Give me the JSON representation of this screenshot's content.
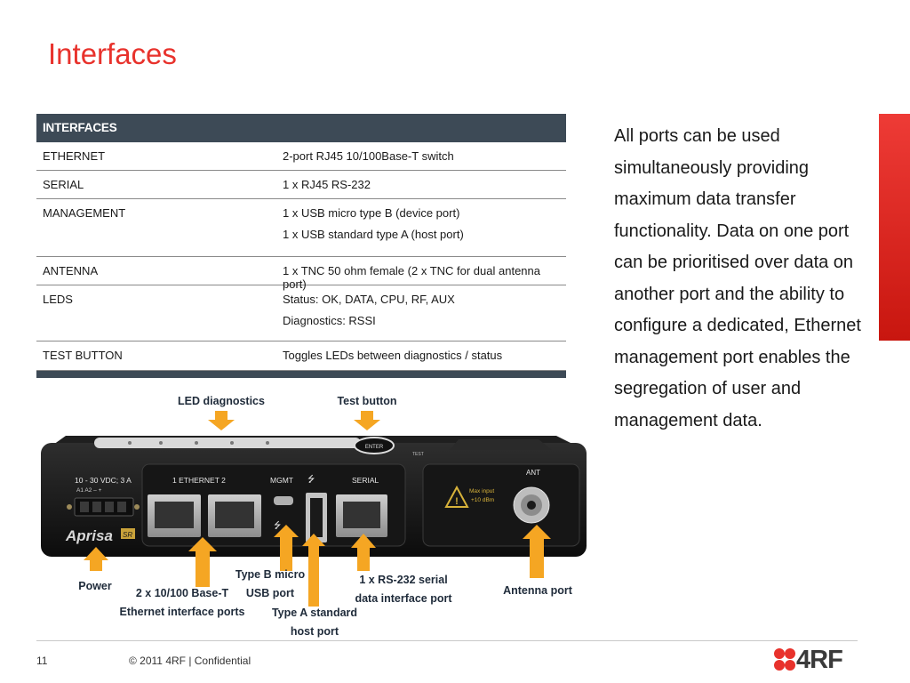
{
  "slide": {
    "title": "Interfaces",
    "page_number": "11",
    "copyright": "© 2011 4RF | Confidential",
    "logo_text": "4RF",
    "accent_color": "#e8322c"
  },
  "table": {
    "header": "INTERFACES",
    "rows": [
      {
        "key": "ETHERNET",
        "lines": [
          "2-port RJ45 10/100Base-T switch"
        ]
      },
      {
        "key": "SERIAL",
        "lines": [
          "1 x RJ45 RS-232"
        ]
      },
      {
        "key": "MANAGEMENT",
        "lines": [
          "1 x USB micro type B (device port)",
          "1 x USB standard type A (host port)"
        ]
      },
      {
        "key": "ANTENNA",
        "lines": [
          "1 x TNC 50 ohm female (2 x TNC for dual antenna port)"
        ]
      },
      {
        "key": "LEDS",
        "lines": [
          "Status: OK, DATA, CPU, RF, AUX",
          "Diagnostics: RSSI"
        ]
      },
      {
        "key": "TEST BUTTON",
        "lines": [
          "Toggles LEDs between diagnostics / status"
        ]
      }
    ]
  },
  "body_text": "All ports can be used simultaneously providing maximum data transfer functionality. Data on one port can be prioritised over data on another port and the ability to configure a dedicated, Ethernet management port enables the segregation of user and management data.",
  "device": {
    "power_label": "10 - 30 VDC; 3 A",
    "pins_label": "A1   A2   –   +",
    "ethernet_label": "1    ETHERNET    2",
    "mgmt_label": "MGMT",
    "serial_label": "SERIAL",
    "ant_label": "ANT",
    "max_input_label": "Max input",
    "max_input_value": "+10 dBm",
    "brand": "Aprisa",
    "brand_suffix": "SR",
    "enter_label": "ENTER",
    "test_label": "TEST"
  },
  "annotations": {
    "led_diagnostics": "LED diagnostics",
    "test_button": "Test button",
    "power": "Power",
    "ethernet_1": "2 x 10/100 Base-T",
    "ethernet_2": "Ethernet interface ports",
    "micro_1": "Type B micro",
    "micro_2": "USB port",
    "typea_1": "Type A standard",
    "typea_2": "host port",
    "serial_1": "1 x RS-232 serial",
    "serial_2": "data interface port",
    "antenna": "Antenna port"
  }
}
